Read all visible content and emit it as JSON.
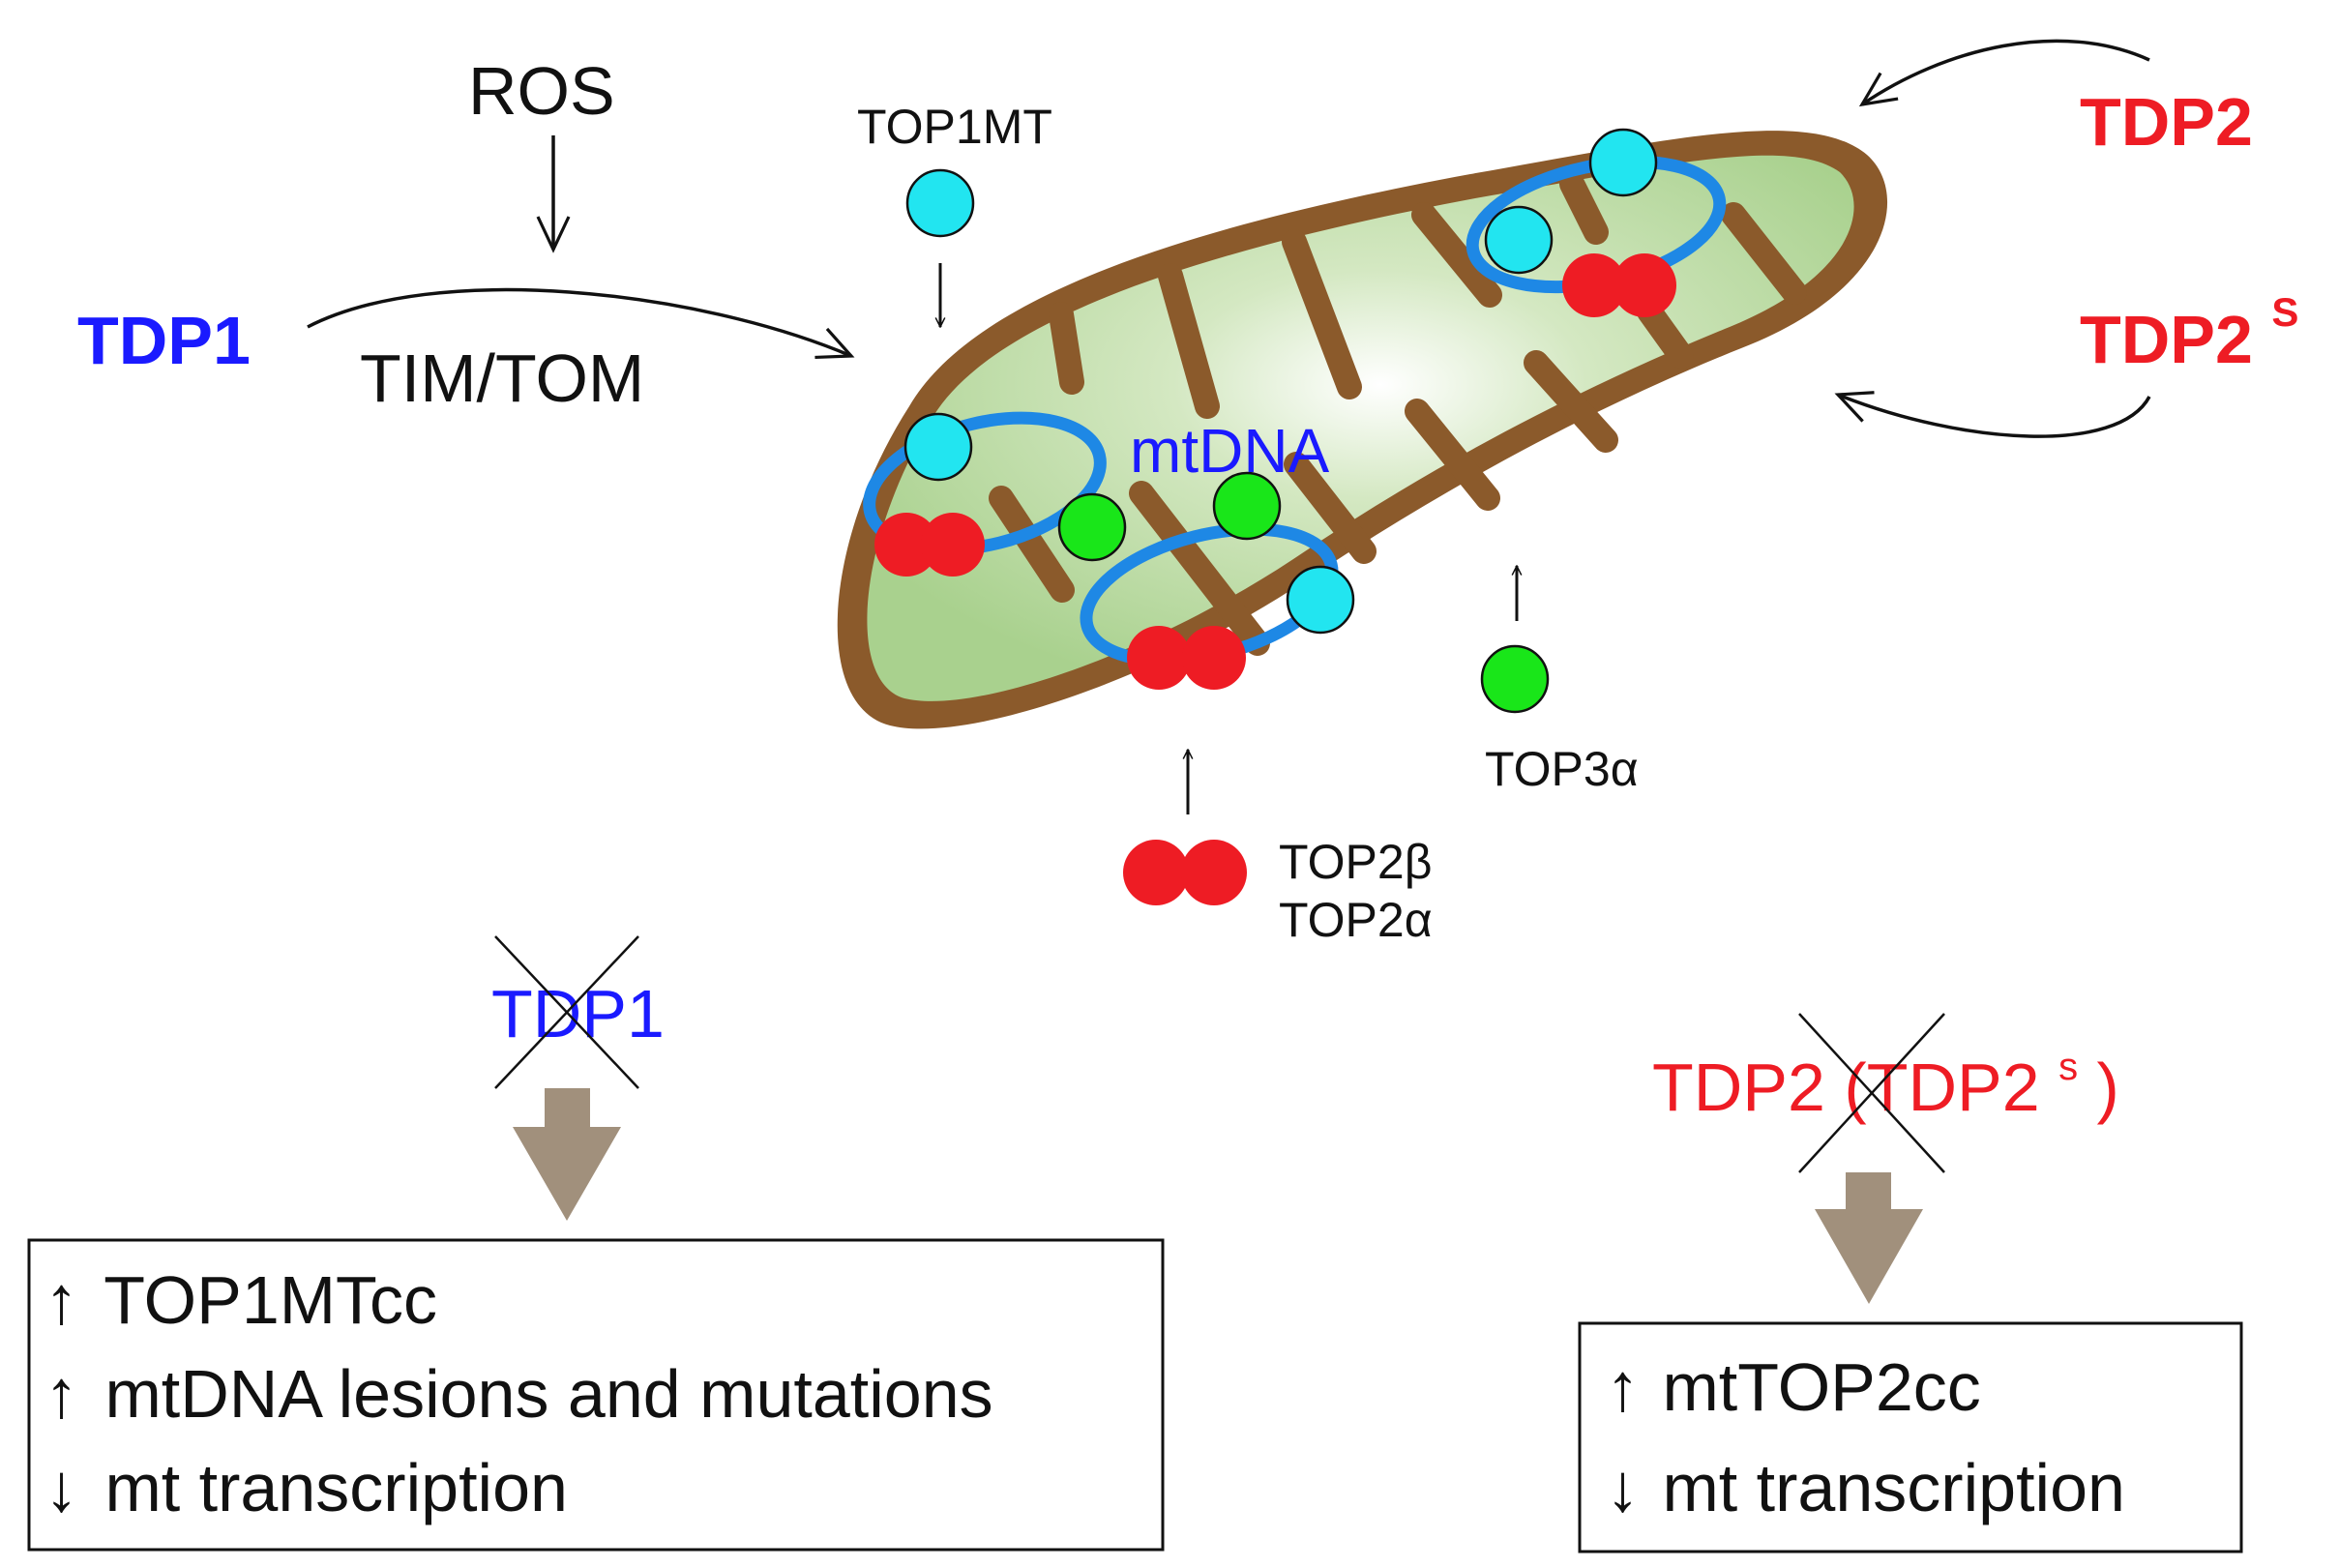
{
  "labels": {
    "ros": "ROS",
    "tim_tom": "TIM/TOM",
    "tdp1": "TDP1",
    "tdp2": "TDP2",
    "tdp2s_base": "TDP2",
    "tdp2s_sup": "S",
    "top1mt": "TOP1MT",
    "mtdna": "mtDNA",
    "top3a": "TOP3α",
    "top2b": "TOP2β",
    "top2a": "TOP2α"
  },
  "knockouts": {
    "tdp1": "TDP1",
    "tdp2_main": "TDP2",
    "tdp2_paren_open": "(TDP2",
    "tdp2_sup": "s",
    "tdp2_paren_close": ")"
  },
  "outcomes": {
    "left": [
      {
        "arrow": "↑",
        "text": "TOP1MTcc"
      },
      {
        "arrow": "↑",
        "text": "mtDNA lesions and mutations"
      },
      {
        "arrow": "↓",
        "text": "mt transcription"
      }
    ],
    "right": [
      {
        "arrow": "↑",
        "text": "mtTOP2cc"
      },
      {
        "arrow": "↓",
        "text": "mt transcription"
      }
    ]
  },
  "colors": {
    "tdp1": "#1a1aff",
    "tdp2": "#ee1c24",
    "membrane": "#8b5a2b",
    "matrix": "#a9d18e",
    "dna_ring": "#1e88e5",
    "top1mt": "#22e5f0",
    "top3a": "#19e619",
    "top2": "#ee1c24",
    "big_arrow": "#a1907c"
  }
}
